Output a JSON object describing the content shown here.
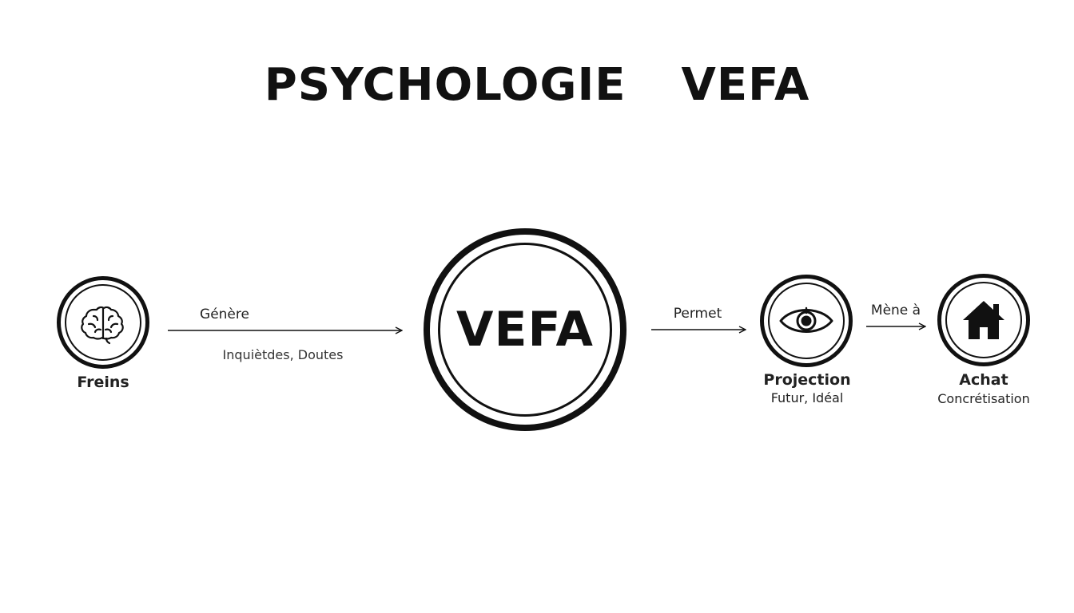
{
  "title": "PSYCHOLOGIE  VEFA",
  "nodes": {
    "freins": {
      "label": "Freins",
      "icon": "brain-icon"
    },
    "center": {
      "label": "VEFA"
    },
    "projection": {
      "label": "Projection",
      "sublabel": "Futur, Idéal",
      "icon": "eye-icon"
    },
    "achat": {
      "label": "Achat",
      "sublabel": "Concrétisation",
      "icon": "house-icon"
    }
  },
  "edges": {
    "genere": {
      "label": "Génère",
      "sublabel": "Inquiètdes, Doutes"
    },
    "permet": {
      "label": "Permet"
    },
    "mene": {
      "label": "Mène à"
    }
  },
  "colors": {
    "ink": "#111111",
    "background": "#ffffff"
  }
}
